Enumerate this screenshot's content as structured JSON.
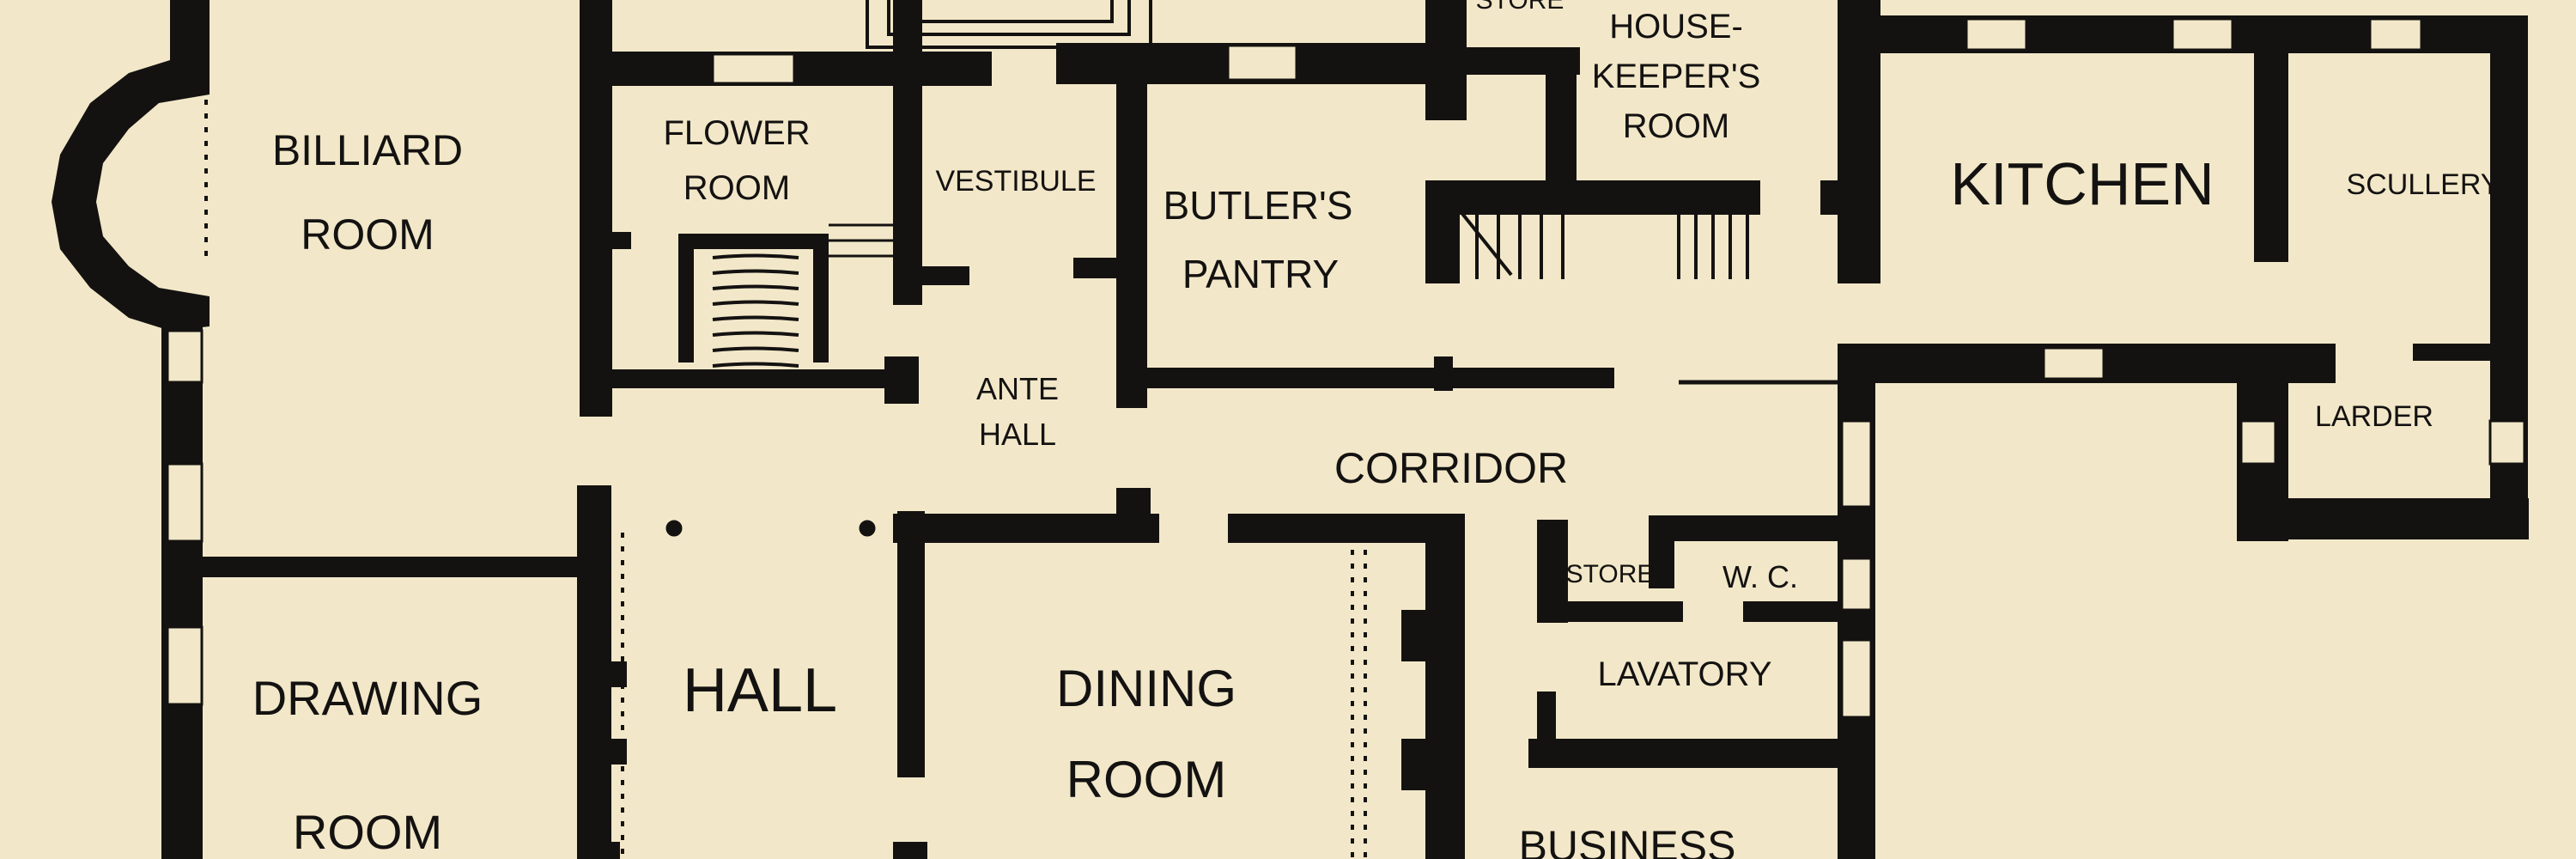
{
  "plan": {
    "background": "#f2e8c9",
    "ink": "#141211",
    "rooms": {
      "billiard": [
        "BILLIARD",
        "ROOM"
      ],
      "flower": [
        "FLOWER",
        "ROOM"
      ],
      "vestibule": "VESTIBULE",
      "butler": [
        "BUTLER'S",
        "PANTRY"
      ],
      "store_top": "STORE",
      "housekeeper": [
        "HOUSE-",
        "KEEPER'S",
        "ROOM"
      ],
      "kitchen": "KITCHEN",
      "scullery": "SCULLERY",
      "ante_hall": [
        "ANTE",
        "HALL"
      ],
      "corridor": "CORRIDOR",
      "larder": "LARDER",
      "store_lower": "STORE",
      "wc": "W. C.",
      "lavatory": "LAVATORY",
      "drawing": [
        "DRAWING",
        "ROOM"
      ],
      "hall": "HALL",
      "dining": [
        "DINING",
        "ROOM"
      ],
      "business": "BUSINESS"
    }
  }
}
